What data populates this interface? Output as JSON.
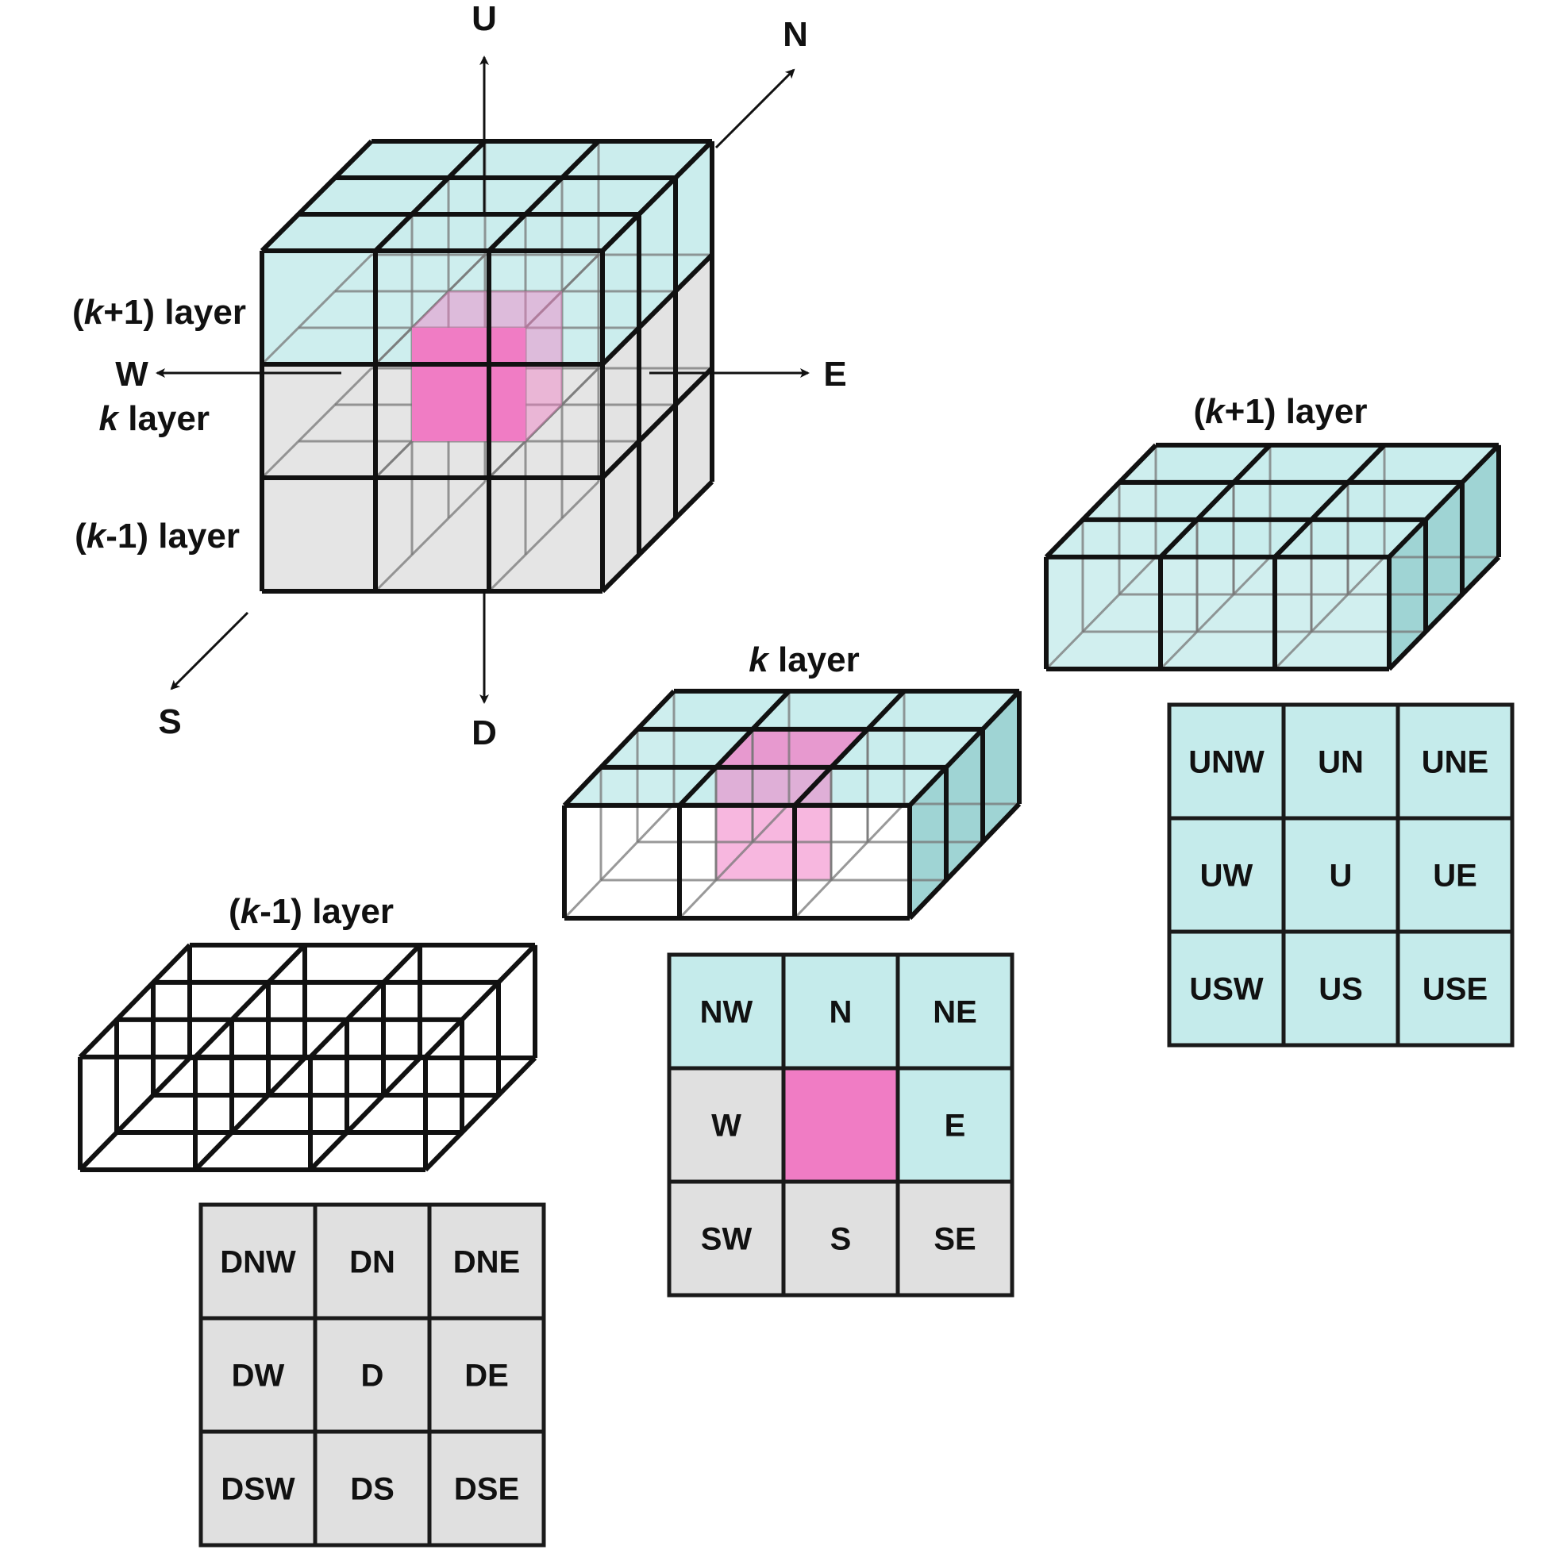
{
  "colors": {
    "upper_fill": "#c5ebeb",
    "lower_fill": "#e0e0e0",
    "center_fill": "#f07cc4",
    "outline": "#111111"
  },
  "axes": {
    "up": "U",
    "down": "D",
    "north": "N",
    "south": "S",
    "east": "E",
    "west": "W"
  },
  "cube_layer_labels": {
    "upper": {
      "open": "(",
      "k": "k",
      "rest": "+1) layer"
    },
    "middle": {
      "k": "k",
      "rest": " layer"
    },
    "lower": {
      "open": "(",
      "k": "k",
      "rest": "-1) layer"
    }
  },
  "slabs": {
    "upper": {
      "title": {
        "open": "(",
        "k": "k",
        "rest": "+1) layer"
      }
    },
    "middle": {
      "title": {
        "k": "k",
        "rest": " layer"
      }
    },
    "lower": {
      "title": {
        "open": "(",
        "k": "k",
        "rest": "-1) layer"
      }
    }
  },
  "grids": {
    "upper": {
      "cells": [
        [
          "UNW",
          "UN",
          "UNE"
        ],
        [
          "UW",
          "U",
          "UE"
        ],
        [
          "USW",
          "US",
          "USE"
        ]
      ],
      "fills": [
        [
          "upper",
          "upper",
          "upper"
        ],
        [
          "upper",
          "upper",
          "upper"
        ],
        [
          "upper",
          "upper",
          "upper"
        ]
      ]
    },
    "middle": {
      "cells": [
        [
          "NW",
          "N",
          "NE"
        ],
        [
          "W",
          "",
          "E"
        ],
        [
          "SW",
          "S",
          "SE"
        ]
      ],
      "fills": [
        [
          "upper",
          "upper",
          "upper"
        ],
        [
          "lower",
          "center",
          "upper"
        ],
        [
          "lower",
          "lower",
          "lower"
        ]
      ]
    },
    "lower": {
      "cells": [
        [
          "DNW",
          "DN",
          "DNE"
        ],
        [
          "DW",
          "D",
          "DE"
        ],
        [
          "DSW",
          "DS",
          "DSE"
        ]
      ],
      "fills": [
        [
          "lower",
          "lower",
          "lower"
        ],
        [
          "lower",
          "lower",
          "lower"
        ],
        [
          "lower",
          "lower",
          "lower"
        ]
      ]
    }
  }
}
